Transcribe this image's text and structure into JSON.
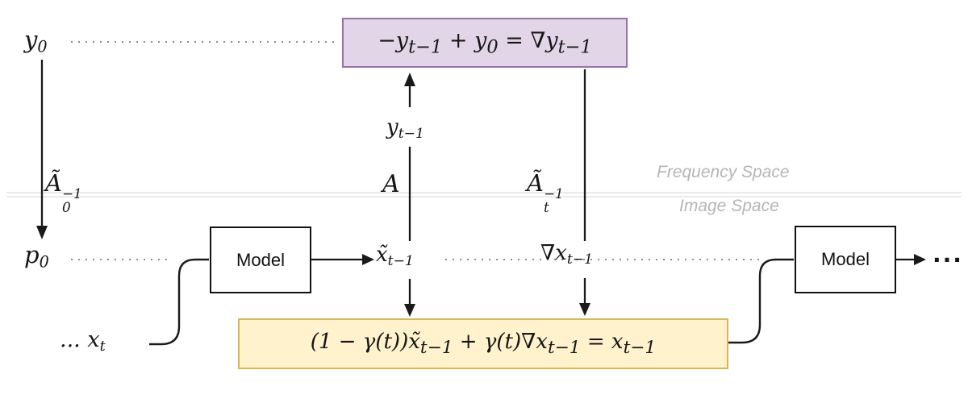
{
  "diagram": {
    "space_labels": {
      "frequency": "Frequency Space",
      "image": "Image Space"
    },
    "boxes": {
      "frequency_update": {
        "p1": "−y",
        "s1": "t−1",
        "p2": " + y",
        "s2": "0",
        "p3": " = ∇y",
        "s3": "t−1",
        "fill": "#E1D5E7",
        "border": "#9673A6"
      },
      "image_update": {
        "p1": "(1 − γ(t))x̃",
        "s1": "t−1",
        "p2": " + γ(t)∇x",
        "s2": "t−1",
        "p3": " = x",
        "s3": "t−1",
        "fill": "#FFF2CC",
        "border": "#D6B656"
      },
      "model_left": "Model",
      "model_right": "Model"
    },
    "labels": {
      "y0": {
        "base": "y",
        "sub": "0"
      },
      "p0": {
        "base": "p",
        "sub": "0"
      },
      "A0_inv": {
        "base": "Ã",
        "sup": "−1",
        "sub": "0"
      },
      "A": "A",
      "At_inv": {
        "base": "Ã",
        "sup": "−1",
        "sub": "t"
      },
      "y_t1": {
        "base": "y",
        "sub": "t−1"
      },
      "x_tilde_t1": {
        "base": "x̃",
        "sub": "t−1"
      },
      "grad_x_t1": {
        "base": "∇x",
        "sub": "t−1"
      },
      "x_t": {
        "prefix": "... ",
        "base": "x",
        "sub": "t"
      },
      "continuation": "..."
    },
    "colors": {
      "purple_fill": "#E1D5E7",
      "purple_border": "#9673A6",
      "yellow_fill": "#FFF2CC",
      "yellow_border": "#D6B656",
      "space_label_gray": "#B5B5B5",
      "separator_gray": "#E3E3E3",
      "dotted_gray": "#8C8C8C",
      "stroke_black": "#1A1A1A"
    }
  }
}
